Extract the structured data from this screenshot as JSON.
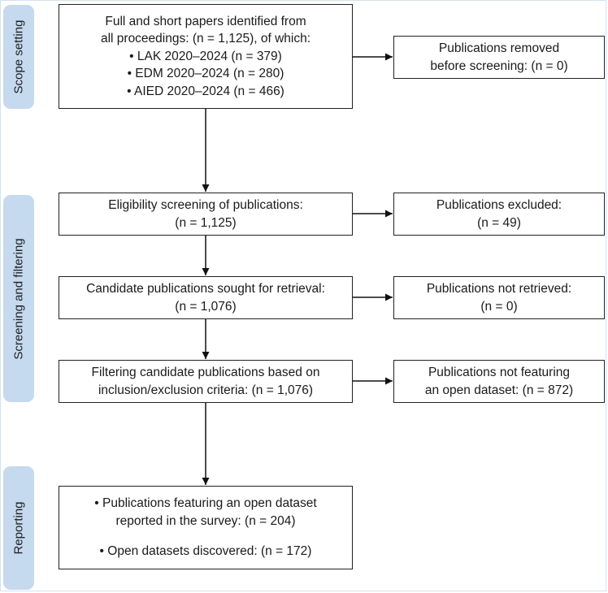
{
  "phases": {
    "scope": "Scope setting",
    "screening": "Screening and filtering",
    "reporting": "Reporting"
  },
  "main_boxes": {
    "identified": [
      "Full and short papers identified from",
      "all proceedings: (n = 1,125), of which:",
      "• LAK 2020–2024 (n = 379)",
      "• EDM 2020–2024 (n = 280)",
      "• AIED 2020–2024 (n = 466)"
    ],
    "eligibility": [
      "Eligibility screening of publications:",
      "(n = 1,125)"
    ],
    "candidates": [
      "Candidate publications sought for retrieval:",
      "(n = 1,076)"
    ],
    "filtering": [
      "Filtering candidate publications based on",
      "inclusion/exclusion criteria: (n = 1,076)"
    ],
    "reporting": {
      "item1": [
        "• Publications featuring an open dataset",
        "reported in the survey: (n = 204)"
      ],
      "item2": "• Open datasets discovered: (n = 172)"
    }
  },
  "side_boxes": {
    "removed": [
      "Publications removed",
      "before screening: (n = 0)"
    ],
    "excluded": [
      "Publications excluded:",
      "(n = 49)"
    ],
    "not_retrieved": [
      "Publications not retrieved:",
      "(n = 0)"
    ],
    "no_dataset": [
      "Publications not featuring",
      "an open dataset: (n = 872)"
    ]
  },
  "colors": {
    "phase_fill": "#c5d9ef",
    "box_border": "#222222",
    "frame_border": "#d5e3ee"
  }
}
